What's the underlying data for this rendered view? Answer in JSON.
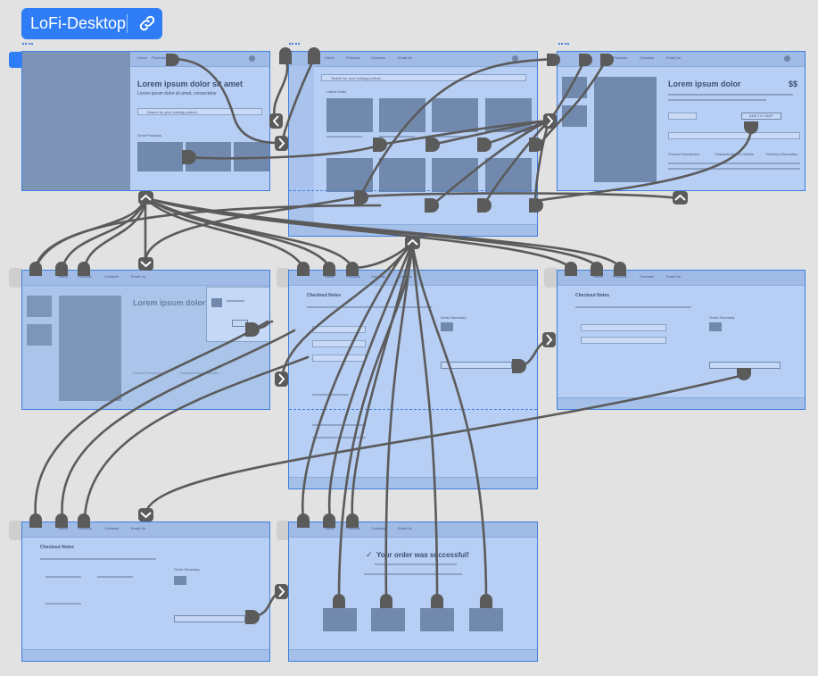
{
  "board": {
    "title": "LoFi-Desktop",
    "link_icon": "link-icon",
    "colors": {
      "badge": "#2f7df6",
      "frame_fill": "#b7cff4",
      "frame_border": "#3f7fe0",
      "wire": "#555555",
      "background": "#e2e2e2"
    }
  },
  "nav_tabs": [
    "Home",
    "Products",
    "Contacts",
    "Email Us"
  ],
  "home_frame": {
    "headline": "Lorem ipsum dolor sit amet",
    "subline": "Lorem ipsum dolor sit amet, consectetur",
    "search_placeholder": "Search for your looking product",
    "section": "Great Products"
  },
  "catalog_frame": {
    "search_placeholder": "Search for your looking product",
    "section": "Latest Deals"
  },
  "product_frame": {
    "title": "Lorem ipsum dolor",
    "price": "$$",
    "add_to_cart": "ADD TO CART",
    "tabs": [
      "Product Description",
      "Characteristics & Details",
      "Delivery information"
    ]
  },
  "checkout_frame": {
    "title": "Checkout Notes",
    "order_summary": "Order Summary"
  },
  "success_frame": {
    "message": "Your order was successful!"
  }
}
